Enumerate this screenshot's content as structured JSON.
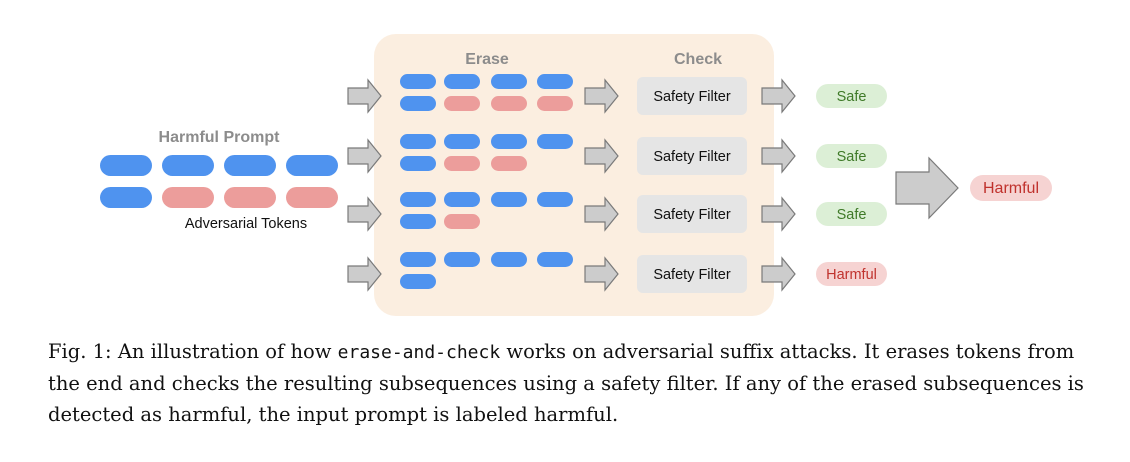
{
  "diagram": {
    "harmful_prompt_label": "Harmful Prompt",
    "adversarial_tokens_label": "Adversarial Tokens",
    "erase_label": "Erase",
    "check_label": "Check",
    "safety_filter_label": "Safety Filter",
    "rows": [
      {
        "tokens_row1": 4,
        "tokens_row1_red": 0,
        "tokens_row2_blue": 1,
        "tokens_row2_red": 3,
        "result": "Safe",
        "result_status": "safe"
      },
      {
        "tokens_row1": 4,
        "tokens_row1_red": 0,
        "tokens_row2_blue": 1,
        "tokens_row2_red": 2,
        "result": "Safe",
        "result_status": "safe"
      },
      {
        "tokens_row1": 4,
        "tokens_row1_red": 0,
        "tokens_row2_blue": 1,
        "tokens_row2_red": 1,
        "result": "Safe",
        "result_status": "safe"
      },
      {
        "tokens_row1": 4,
        "tokens_row1_red": 0,
        "tokens_row2_blue": 1,
        "tokens_row2_red": 0,
        "result": "Harmful",
        "result_status": "harmful"
      }
    ],
    "final_result": "Harmful",
    "colors": {
      "blue_token": "#4f93ef",
      "red_token": "#ec9d9b",
      "panel_bg": "#fbeee0",
      "filter_bg": "#e5e5e5",
      "safe_bg": "#dcefd6",
      "safe_text": "#3f7a28",
      "harmful_bg": "#f6d3d2",
      "harmful_text": "#c0322d",
      "arrow_fill": "#cccccc",
      "arrow_stroke": "#7a7a7a",
      "header_text": "#8c8c8c"
    }
  },
  "caption": {
    "prefix": "Fig. 1: An illustration of how ",
    "code": "erase-and-check",
    "suffix": " works on adversarial suffix attacks. It erases tokens from the end and checks the resulting subsequences using a safety filter. If any of the erased subsequences is detected as harmful, the input prompt is labeled harmful."
  }
}
